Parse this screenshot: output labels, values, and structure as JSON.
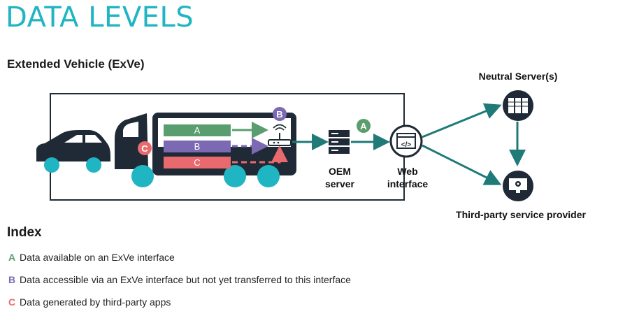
{
  "title": "DATA LEVELS",
  "subtitle": "Extended Vehicle (ExVe)",
  "diagram": {
    "bars": [
      {
        "letter": "A",
        "color": "#5a9e6f"
      },
      {
        "letter": "B",
        "color": "#7c69b3"
      },
      {
        "letter": "C",
        "color": "#e86a6e"
      }
    ],
    "badge_b": "B",
    "badge_c": "C",
    "badge_a": "A",
    "oem_label": "OEM\nserver",
    "web_label": "Web\ninterface",
    "neutral_label": "Neutral Server(s)",
    "third_party_label": "Third-party service provider",
    "colors": {
      "teal": "#1f7a78",
      "cyan": "#1fb5c2",
      "dark": "#1f2a36"
    }
  },
  "index": {
    "title": "Index",
    "items": [
      {
        "key": "A",
        "text": "Data available on an ExVe interface",
        "color": "#5a9e6f"
      },
      {
        "key": "B",
        "text": "Data accessible via an ExVe interface but not yet transferred to this interface",
        "color": "#7c69b3"
      },
      {
        "key": "C",
        "text": "Data generated by third-party apps",
        "color": "#e86a6e"
      }
    ]
  }
}
